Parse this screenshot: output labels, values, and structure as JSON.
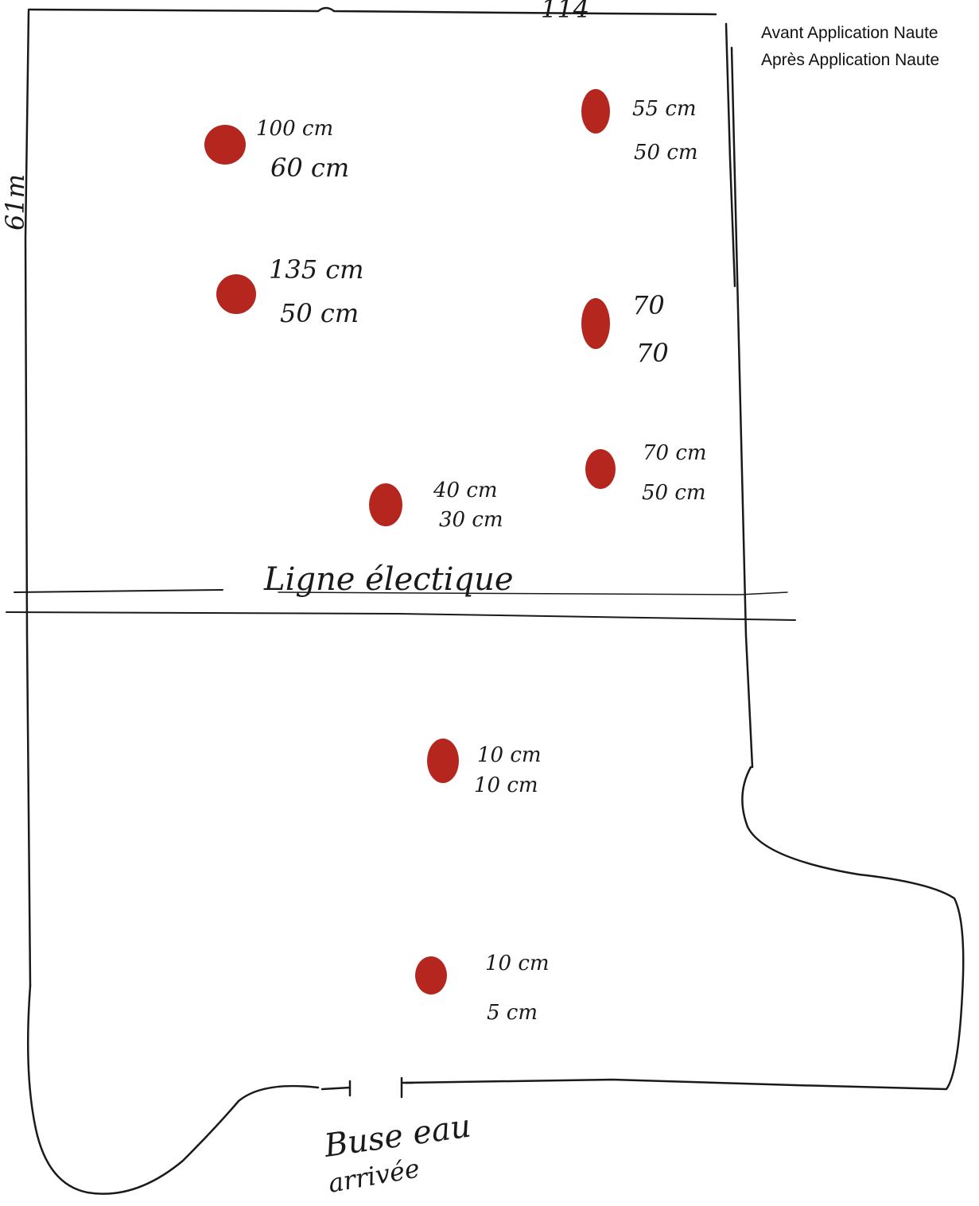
{
  "legend": {
    "before": "Avant Application Naute",
    "after": "Après Application Naute"
  },
  "colors": {
    "marker": "#b5261e",
    "ink": "#1a1a1a"
  },
  "labels": {
    "power_line": "Ligne électique",
    "pipe": "Buse eau",
    "pipe_sub": "arrivée",
    "top_dim": "114",
    "side_dim": "61m"
  },
  "points": [
    {
      "id": "p1",
      "before": "100 cm",
      "after": "60 cm"
    },
    {
      "id": "p2",
      "before": "55 cm",
      "after": "50 cm"
    },
    {
      "id": "p3",
      "before": "135 cm",
      "after": "50 cm"
    },
    {
      "id": "p4",
      "before": "70",
      "after": "70"
    },
    {
      "id": "p5",
      "before": "70 cm",
      "after": "50 cm"
    },
    {
      "id": "p6",
      "before": "40 cm",
      "after": "30 cm"
    },
    {
      "id": "p7",
      "before": "10 cm",
      "after": "10 cm"
    },
    {
      "id": "p8",
      "before": "10 cm",
      "after": "5 cm"
    }
  ]
}
